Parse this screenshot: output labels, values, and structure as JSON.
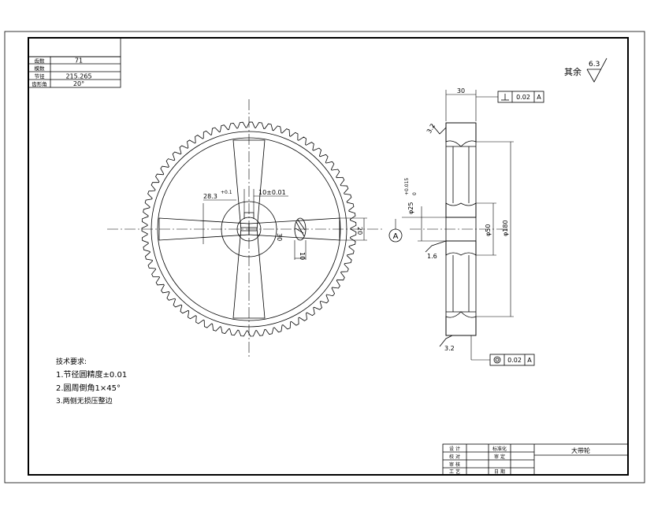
{
  "param_table": {
    "rows": [
      {
        "label": "齿数",
        "value": "71"
      },
      {
        "label": "模数",
        "value": ""
      },
      {
        "label": "节径",
        "value": "215.265"
      },
      {
        "label": "齿形角",
        "value": "20°"
      }
    ]
  },
  "roughness_note": {
    "label": "其余",
    "value": "6.3"
  },
  "front_view": {
    "dim_keyway_depth": "28.3",
    "dim_keyway_depth_tol": "+0.1",
    "dim_keyway_width": "10±0.01",
    "dim_hub_30": "30",
    "dim_spoke_20": "20",
    "dim_spoke_10": "10"
  },
  "side_view": {
    "dim_width": "30",
    "dim_bore": "φ25",
    "dim_bore_tol": "+0.015",
    "dim_bore_tol_low": "0",
    "dim_hub": "φ50",
    "dim_outer": "φ180",
    "rough_top": "3.2",
    "rough_bore": "1.6",
    "rough_bottom": "3.2",
    "datum": "A",
    "tol_perp_value": "0.02",
    "tol_perp_datum": "A",
    "tol_runout_value": "0.02",
    "tol_runout_datum": "A"
  },
  "tech_requirements": {
    "title": "技术要求:",
    "items": [
      "1.节径圆精度±0.01",
      "2.圆周倒角1×45°",
      "3.两侧无损压整边"
    ]
  },
  "title_block": {
    "r1c1": "设 计",
    "r1c3": "标准化",
    "r2c1": "校 对",
    "r2c3": "审 定",
    "r3c1": "审 核",
    "r4c1": "工 艺",
    "r4c3": "日 期",
    "part_name": "大带轮"
  }
}
